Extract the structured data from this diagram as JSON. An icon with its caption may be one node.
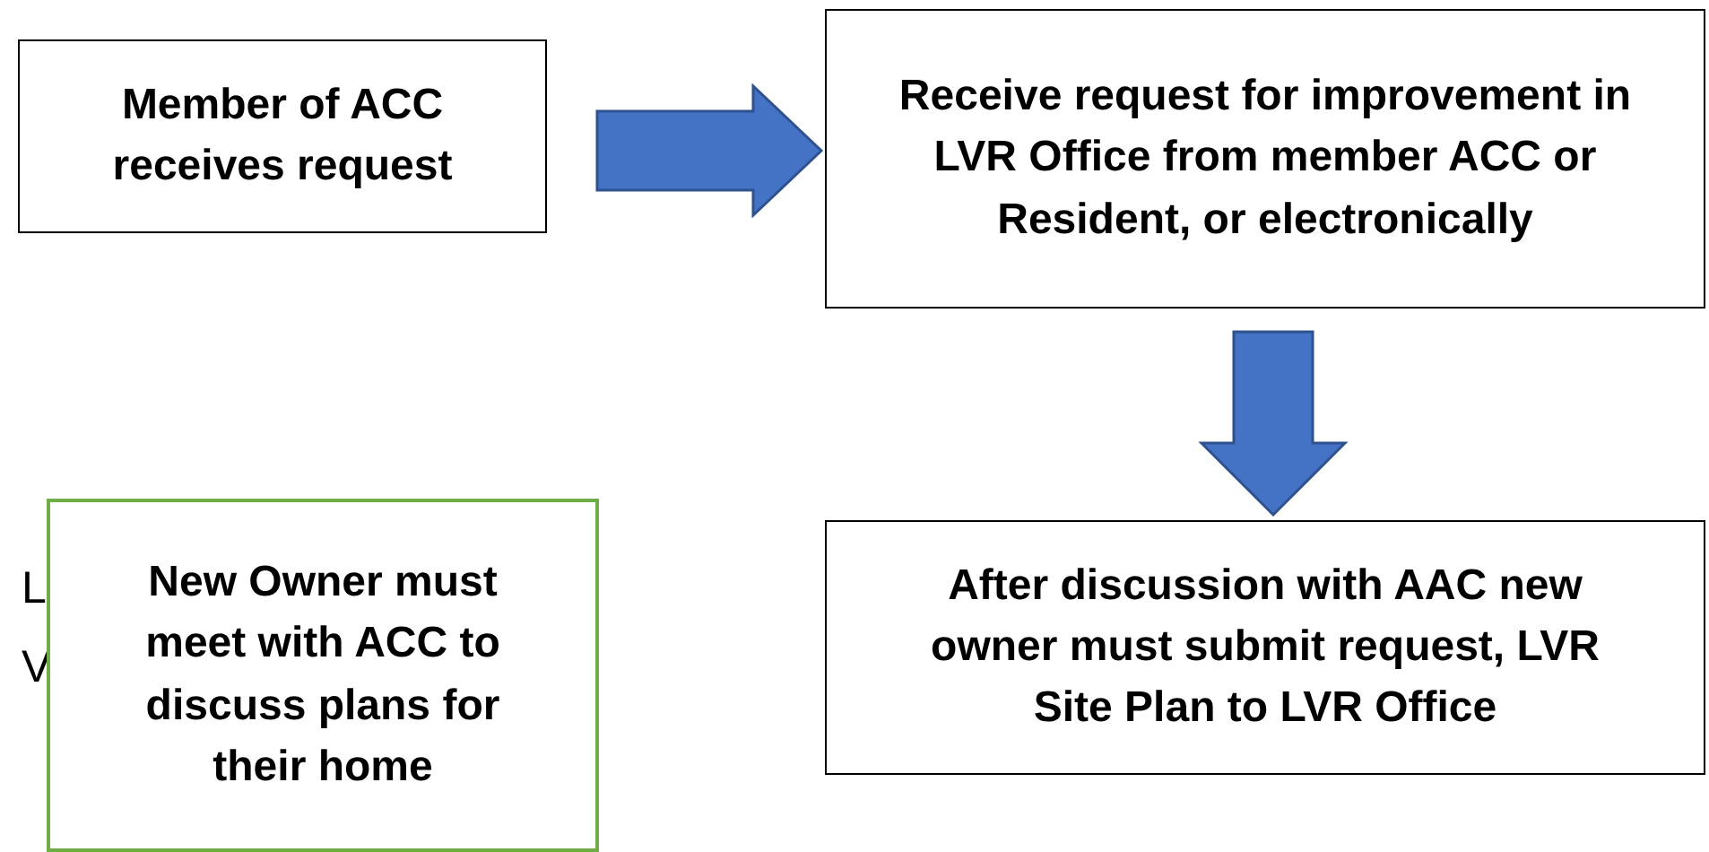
{
  "diagram": {
    "nodes": [
      {
        "text": [
          "Member of ACC receives request"
        ]
      },
      {
        "text": [
          "Receive request for improvement in LVR Office from member ACC or Resident, or electronically"
        ]
      },
      {
        "text": [
          "After discussion with AAC new owner must submit request, LVR Site Plan to LVR Office"
        ]
      },
      {
        "text": [
          "New Owner must meet with ACC to discuss plans for their home"
        ]
      }
    ],
    "edges": [
      {
        "from": 0,
        "to": 1,
        "arrow": "to"
      },
      {
        "from": 1,
        "to": 2,
        "arrow": "to"
      }
    ],
    "labels": [
      "L",
      "V"
    ]
  }
}
